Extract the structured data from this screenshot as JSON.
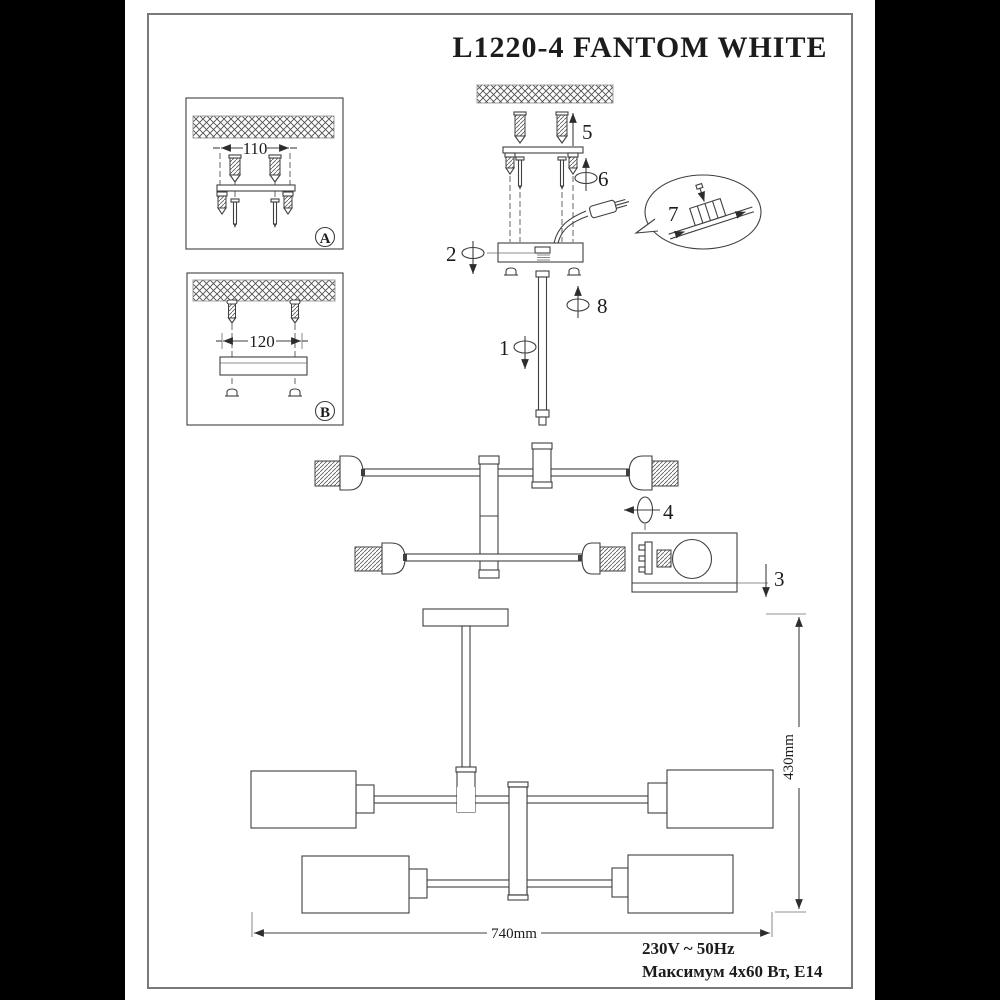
{
  "title": "L1220-4 FANTOM WHITE",
  "detail_a": {
    "label": "A",
    "dimension": "110"
  },
  "detail_b": {
    "label": "B",
    "dimension": "120"
  },
  "steps": {
    "s1": "1",
    "s2": "2",
    "s3": "3",
    "s4": "4",
    "s5": "5",
    "s6": "6",
    "s7": "7",
    "s8": "8"
  },
  "overall": {
    "width": "740mm",
    "height": "430mm"
  },
  "specs": {
    "voltage": "230V ~ 50Hz",
    "max_power": "Максимум 4x60 Вт, E14"
  },
  "icons": {
    "rotation": "rotation-ellipse-icon",
    "arrow": "direction-arrow-icon",
    "screw": "screw-icon",
    "anchor": "wall-plug-icon",
    "bulb": "light-bulb-icon"
  },
  "colors": {
    "canvas_bg": "#000000",
    "page_bg": "#ffffff",
    "line": "#3f3f3f",
    "frame": "#7a7a7a"
  }
}
